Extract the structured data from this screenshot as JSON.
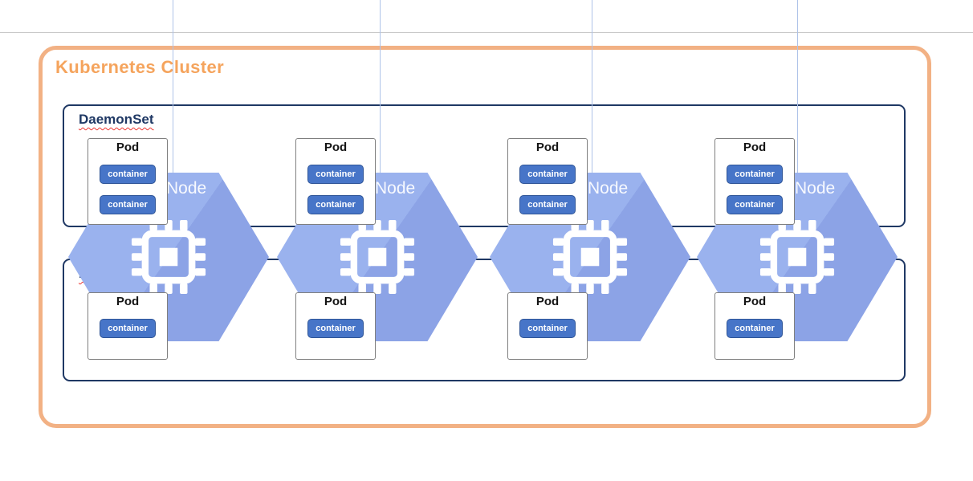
{
  "cluster": {
    "label": "Kubernetes Cluster"
  },
  "daemonsets": [
    {
      "label": "DaemonSet",
      "pods": [
        {
          "label": "Pod",
          "containers": [
            "container",
            "container"
          ]
        },
        {
          "label": "Pod",
          "containers": [
            "container",
            "container"
          ]
        },
        {
          "label": "Pod",
          "containers": [
            "container",
            "container"
          ]
        },
        {
          "label": "Pod",
          "containers": [
            "container",
            "container"
          ]
        }
      ]
    },
    {
      "label": "DaemonSet",
      "pods": [
        {
          "label": "Pod",
          "containers": [
            "container"
          ]
        },
        {
          "label": "Pod",
          "containers": [
            "container"
          ]
        },
        {
          "label": "Pod",
          "containers": [
            "container"
          ]
        },
        {
          "label": "Pod",
          "containers": [
            "container"
          ]
        }
      ]
    }
  ],
  "nodes": [
    {
      "label": "Node"
    },
    {
      "label": "Node"
    },
    {
      "label": "Node"
    },
    {
      "label": "Node"
    }
  ],
  "colors": {
    "cluster_border": "#F2B184",
    "cluster_label": "#F5A45D",
    "daemonset_border": "#1F3864",
    "daemonset_label": "#1F3864",
    "spellcheck_underline": "#ED3833",
    "pod_border": "#7F7F7F",
    "container_fill": "#4775C8",
    "container_border": "#2F5597",
    "node_fill_light": "#9AB2EE",
    "node_fill_dark": "#8CA3E6",
    "node_label_color": "#FFFFFF",
    "connector_line": "#AEC2E8",
    "page_rule": "#C9C9C9"
  }
}
